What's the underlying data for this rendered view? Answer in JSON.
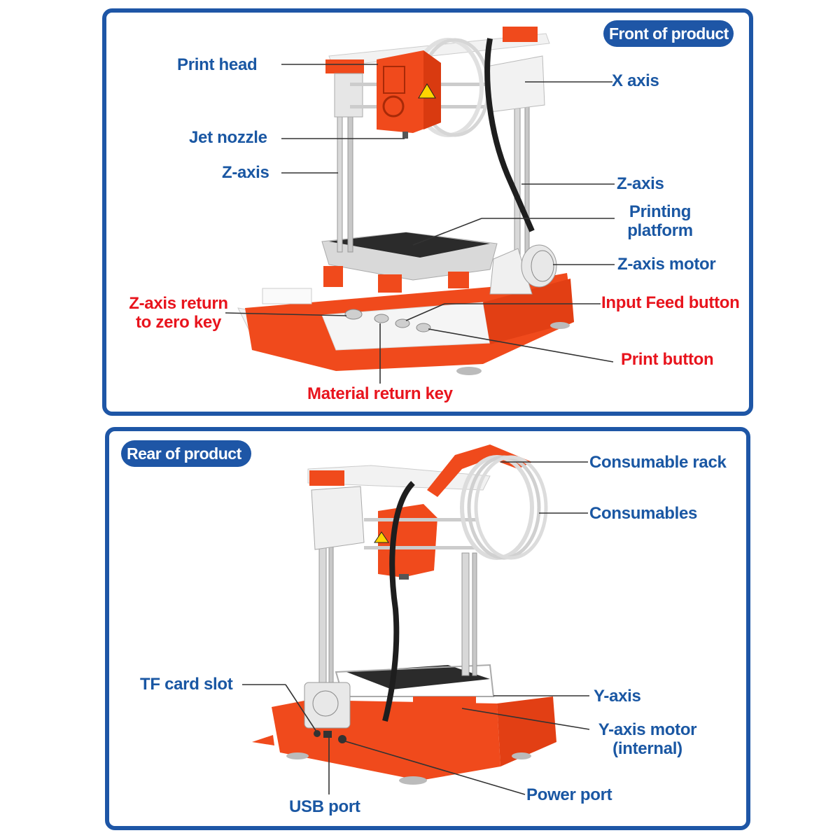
{
  "front": {
    "badge": "Front of product",
    "labels": {
      "print_head": "Print head",
      "x_axis": "X axis",
      "jet_nozzle": "Jet nozzle",
      "z_axis_left": "Z-axis",
      "z_axis_right": "Z-axis",
      "printing_platform_l1": "Printing",
      "printing_platform_l2": "platform",
      "z_axis_motor": "Z-axis motor",
      "z_return_l1": "Z-axis return",
      "z_return_l2": "to zero key",
      "input_feed": "Input Feed button",
      "print_button": "Print button",
      "material_return": "Material return key"
    }
  },
  "rear": {
    "badge": "Rear of product",
    "labels": {
      "consumable_rack": "Consumable rack",
      "consumables": "Consumables",
      "tf_card_slot": "TF card slot",
      "y_axis": "Y-axis",
      "y_motor_l1": "Y-axis motor",
      "y_motor_l2": "(internal)",
      "usb_port": "USB port",
      "power_port": "Power port"
    }
  },
  "colors": {
    "frame": "#1e56a6",
    "label_blue": "#1a57a3",
    "label_red": "#e8141d",
    "printer_orange": "#f04a1c",
    "printer_white": "#f2f2f2",
    "platform_black": "#2b2b2b"
  }
}
